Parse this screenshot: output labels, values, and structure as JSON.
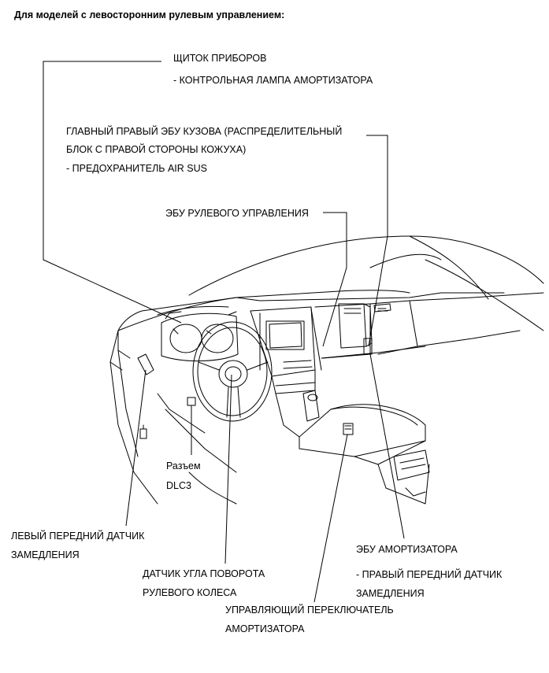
{
  "header": "Для моделей с левосторонним рулевым управлением:",
  "callouts": {
    "meter": {
      "title": "ЩИТОК ПРИБОРОВ",
      "sub": "- КОНТРОЛЬНАЯ ЛАМПА АМОРТИЗАТОРА"
    },
    "main_body_ecu": {
      "line1": "ГЛАВНЫЙ ПРАВЫЙ ЭБУ КУЗОВА (РАСПРЕДЕЛИТЕЛЬНЫЙ",
      "line2": "БЛОК С ПРАВОЙ СТОРОНЫ КОЖУХА)",
      "line3": "- ПРЕДОХРАНИТЕЛЬ AIR SUS"
    },
    "steering_ecu": "ЭБУ РУЛЕВОГО УПРАВЛЕНИЯ",
    "dlc3": {
      "line1": "Разъем",
      "line2": "DLC3"
    },
    "left_decel": {
      "line1": "ЛЕВЫЙ ПЕРЕДНИЙ ДАТЧИК",
      "line2": "ЗАМЕДЛЕНИЯ"
    },
    "steering_angle": {
      "line1": "ДАТЧИК УГЛА ПОВОРОТА",
      "line2": "РУЛЕВОГО КОЛЕСА"
    },
    "control_switch": {
      "line1": "УПРАВЛЯЮЩИЙ ПЕРЕКЛЮЧАТЕЛЬ",
      "line2": "АМОРТИЗАТОРА"
    },
    "absorber_ecu": {
      "title": "ЭБУ АМОРТИЗАТОРА",
      "sub1": "- ПРАВЫЙ ПЕРЕДНИЙ ДАТЧИК",
      "sub2": "ЗАМЕДЛЕНИЯ"
    }
  }
}
